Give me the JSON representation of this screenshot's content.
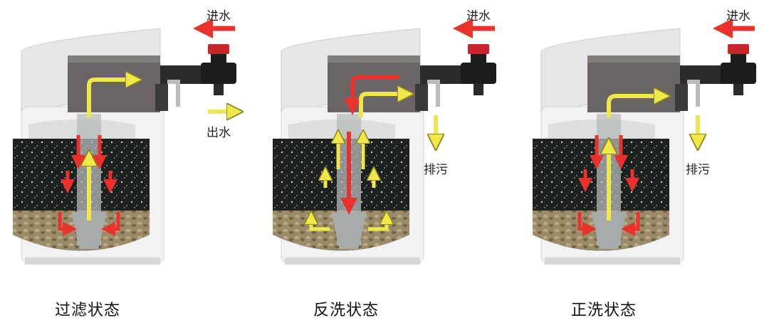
{
  "colors": {
    "red_arrow": "#e8322b",
    "yellow_arrow": "#f0e84a",
    "media_dark": "#1f2421",
    "gravel": "#8a7a5a",
    "housing": "#f2f2f3"
  },
  "panels": [
    {
      "caption": "过滤状态",
      "inlet_label": "进水",
      "outlet_label": "出水"
    },
    {
      "caption": "反洗状态",
      "inlet_label": "进水",
      "outlet_label": "排污"
    },
    {
      "caption": "正洗状态",
      "inlet_label": "进水",
      "outlet_label": "排污"
    }
  ]
}
